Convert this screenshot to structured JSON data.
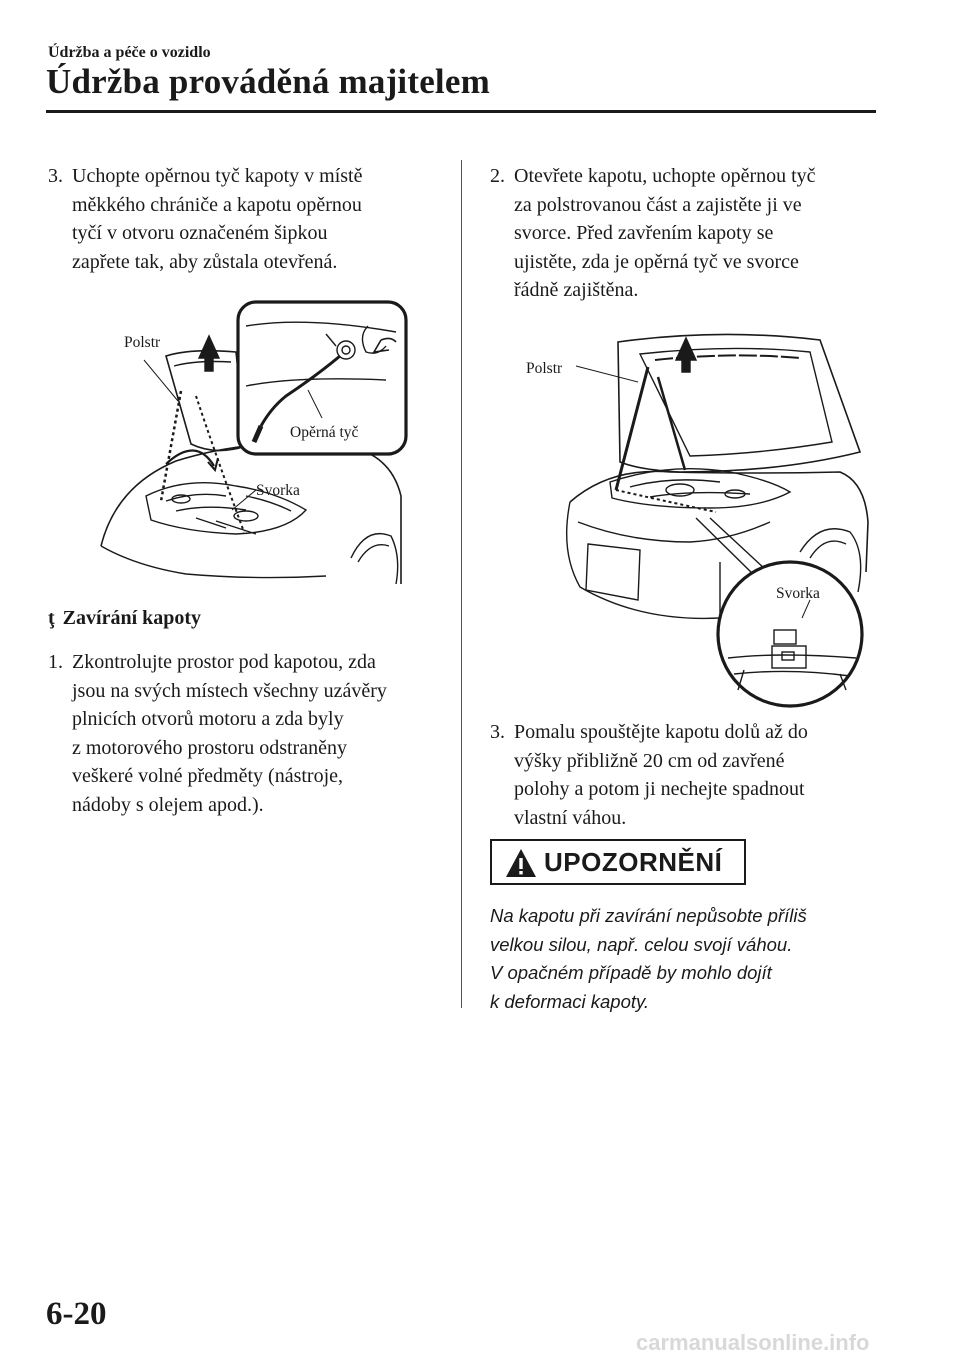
{
  "header": {
    "section_label": "Údržba a péče o vozidlo",
    "chapter_title": "Údržba prováděná majitelem"
  },
  "left_column": {
    "step3": {
      "number": "3.",
      "lines": [
        "Uchopte opěrnou tyč kapoty v místě",
        "měkkého chrániče a kapotu opěrnou",
        "tyčí v otvoru označeném šipkou",
        "zapřete tak, aby zůstala otevřená."
      ]
    },
    "figure1": {
      "label_pad": "Polstr",
      "label_rod": "Opěrná tyč",
      "label_clip": "Svorka"
    },
    "subhead": {
      "marker": "ţ",
      "title": "Zavírání kapoty"
    },
    "step1": {
      "number": "1.",
      "lines": [
        "Zkontrolujte prostor pod kapotou, zda",
        "jsou na svých místech všechny uzávěry",
        "plnicích otvorů motoru a zda byly",
        "z motorového prostoru odstraněny",
        "veškeré volné předměty (nástroje,",
        "nádoby s olejem apod.)."
      ]
    }
  },
  "right_column": {
    "step2": {
      "number": "2.",
      "lines": [
        "Otevřete kapotu, uchopte opěrnou tyč",
        "za polstrovanou část a zajistěte ji ve",
        "svorce. Před zavřením kapoty se",
        "ujistěte, zda je opěrná tyč ve svorce",
        "řádně zajištěna."
      ]
    },
    "figure2": {
      "label_pad": "Polstr",
      "label_clip": "Svorka"
    },
    "step3": {
      "number": "3.",
      "lines": [
        "Pomalu spouštějte kapotu dolů až do",
        "výšky přibližně 20 cm od zavřené",
        "polohy a potom ji nechejte spadnout",
        "vlastní váhou."
      ]
    },
    "caution": {
      "title": "UPOZORNĚNÍ",
      "lines": [
        "Na kapotu při zavírání nepůsobte příliš",
        "velkou silou, např. celou svojí váhou.",
        "V opačném případě by mohlo dojít",
        "k deformaci kapoty."
      ]
    }
  },
  "footer": {
    "page_number": "6-20",
    "watermark": "carmanualsonline.info"
  },
  "colors": {
    "text": "#1a1a1a",
    "watermark": "#d8d8d8"
  }
}
